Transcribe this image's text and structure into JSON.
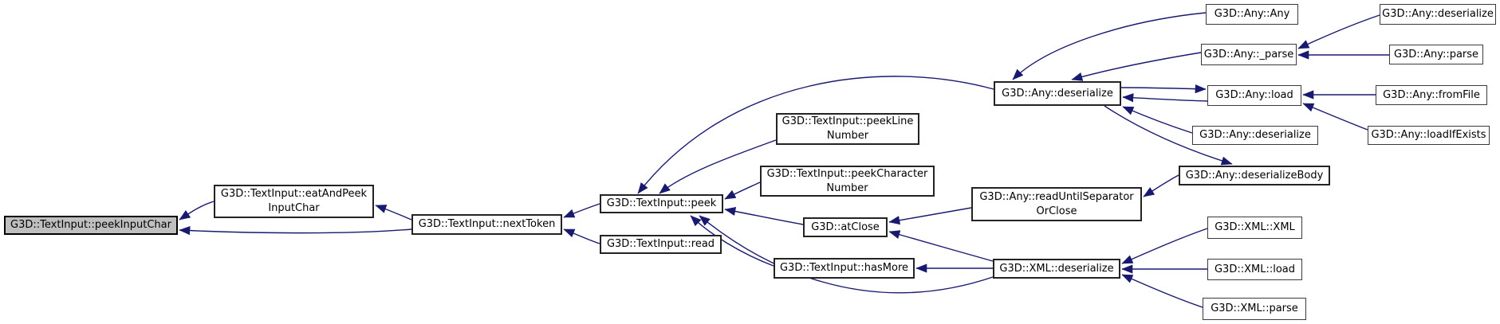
{
  "diagram": {
    "type": "doxygen-caller-graph",
    "focus_function": "G3D::TextInput::peekInputChar"
  },
  "colors": {
    "bg": "#ffffff",
    "edge": "#191970",
    "text": "#000000",
    "hl_fill": "#bfbfbf"
  },
  "nodes": [
    {
      "id": "peekInputChar",
      "label": "G3D::TextInput::peekInputChar",
      "highlighted": true
    },
    {
      "id": "eatAndPeekInputChar",
      "label": "G3D::TextInput::eatAndPeek\nInputChar"
    },
    {
      "id": "nextToken",
      "label": "G3D::TextInput::nextToken"
    },
    {
      "id": "peek",
      "label": "G3D::TextInput::peek"
    },
    {
      "id": "read",
      "label": "G3D::TextInput::read"
    },
    {
      "id": "peekLineNumber",
      "label": "G3D::TextInput::peekLine\nNumber"
    },
    {
      "id": "peekCharacterNumber",
      "label": "G3D::TextInput::peekCharacter\nNumber"
    },
    {
      "id": "atClose",
      "label": "G3D::atClose"
    },
    {
      "id": "hasMore",
      "label": "G3D::TextInput::hasMore"
    },
    {
      "id": "readUntilSeparatorOrClose",
      "label": "G3D::Any::readUntilSeparator\nOrClose"
    },
    {
      "id": "any-deserialize-hub",
      "label": "G3D::Any::deserialize"
    },
    {
      "id": "xml-deserialize",
      "label": "G3D::XML::deserialize"
    },
    {
      "id": "any-any",
      "label": "G3D::Any::Any"
    },
    {
      "id": "any-parse-internal",
      "label": "G3D::Any::_parse"
    },
    {
      "id": "any-load",
      "label": "G3D::Any::load"
    },
    {
      "id": "any-deserialize-2",
      "label": "G3D::Any::deserialize"
    },
    {
      "id": "any-deserializeBody",
      "label": "G3D::Any::deserializeBody"
    },
    {
      "id": "xml-xml",
      "label": "G3D::XML::XML"
    },
    {
      "id": "xml-load",
      "label": "G3D::XML::load"
    },
    {
      "id": "xml-parse",
      "label": "G3D::XML::parse"
    },
    {
      "id": "any-deserialize-top",
      "label": "G3D::Any::deserialize"
    },
    {
      "id": "any-parse",
      "label": "G3D::Any::parse"
    },
    {
      "id": "any-fromFile",
      "label": "G3D::Any::fromFile"
    },
    {
      "id": "any-loadIfExists",
      "label": "G3D::Any::loadIfExists"
    }
  ],
  "edges": [
    {
      "from": "eatAndPeekInputChar",
      "to": "peekInputChar"
    },
    {
      "from": "nextToken",
      "to": "peekInputChar"
    },
    {
      "from": "nextToken",
      "to": "eatAndPeekInputChar"
    },
    {
      "from": "peek",
      "to": "nextToken"
    },
    {
      "from": "read",
      "to": "nextToken"
    },
    {
      "from": "any-deserialize-hub",
      "to": "peek"
    },
    {
      "from": "peekLineNumber",
      "to": "peek"
    },
    {
      "from": "peekCharacterNumber",
      "to": "peek"
    },
    {
      "from": "atClose",
      "to": "peek"
    },
    {
      "from": "hasMore",
      "to": "peek"
    },
    {
      "from": "xml-deserialize",
      "to": "peek"
    },
    {
      "from": "readUntilSeparatorOrClose",
      "to": "atClose"
    },
    {
      "from": "xml-deserialize",
      "to": "atClose"
    },
    {
      "from": "xml-deserialize",
      "to": "hasMore"
    },
    {
      "from": "any-deserializeBody",
      "to": "readUntilSeparatorOrClose"
    },
    {
      "from": "any-any",
      "to": "any-deserialize-hub"
    },
    {
      "from": "any-parse-internal",
      "to": "any-deserialize-hub"
    },
    {
      "from": "any-load",
      "to": "any-deserialize-hub"
    },
    {
      "from": "any-deserialize-hub",
      "to": "any-load"
    },
    {
      "from": "any-deserialize-2",
      "to": "any-deserialize-hub"
    },
    {
      "from": "any-deserialize-hub",
      "to": "any-deserializeBody"
    },
    {
      "from": "any-deserialize-top",
      "to": "any-parse-internal"
    },
    {
      "from": "any-parse",
      "to": "any-parse-internal"
    },
    {
      "from": "any-fromFile",
      "to": "any-load"
    },
    {
      "from": "any-loadIfExists",
      "to": "any-load"
    },
    {
      "from": "xml-xml",
      "to": "xml-deserialize"
    },
    {
      "from": "xml-load",
      "to": "xml-deserialize"
    },
    {
      "from": "xml-parse",
      "to": "xml-deserialize"
    }
  ]
}
